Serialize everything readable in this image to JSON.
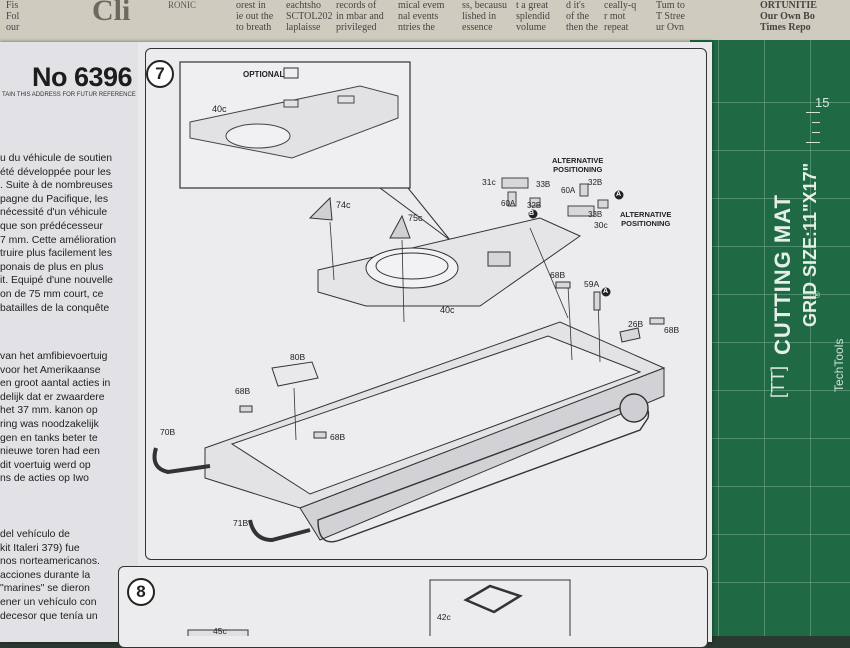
{
  "newspaper": {
    "columns": [
      "Fis\nFol\nour",
      "orest in\nie out the\nto breath",
      "eachtsho\nSCTOL202\nlaplaisse",
      "records of\nin mbar and\nprivileged",
      "mical evem\nnal events\nntries the",
      "ss, becausu\nlished in\nessence",
      "t a great\nsplendid\nvolume",
      "d it's\nof the\nthen the",
      "ceally-q\nr mot\nrepeat",
      "Tum to\nT Stree\nur Ovn",
      "ORTUNITIE\nOur Own Bo\nTimes Repo"
    ],
    "big_letters": "Cli",
    "brand_snippet": "RONIC"
  },
  "mat": {
    "number": "15",
    "brand": "CUTTING MAT",
    "grid_size": "GRID SIZE:11\"X17\"",
    "logo": "[TT]",
    "registered": "®",
    "company": "TechTools"
  },
  "sheet": {
    "doc_number": "No 6396",
    "doc_note": "TAIN THIS ADDRESS FOR FUTUR REFERENCE",
    "text_fr": "u du véhicule de soutien\nété développée pour les\n. Suite à de nombreuses\npagne du Pacifique, les\nnécessité d'un véhicule\nque son prédécesseur\n7 mm. Cette amélioration\ntruire plus facilement les\nponais de plus en plus\nit. Equipé d'une nouvelle\non de 75 mm court, ce\nbatailles de la conquête",
    "text_nl": "van het amfibievoertuig\nvoor het Amerikaanse\nen groot aantal acties in\ndelijk dat er zwaardere\nhet 37 mm. kanon op\nring was noodzakelijk\ngen en tanks beter te\nnieuwe toren had een\ndit voertuig werd op\nns de acties op Iwo",
    "text_es": "del vehículo de\nkit Italeri 379) fue\nnos norteamericanos.\nacciones durante la\n\"marines\" se dieron\nener un vehículo con\ndecesor que tenía un"
  },
  "step7": {
    "number": "7",
    "optional_label": "OPTIONAL",
    "alt_pos_1": "ALTERNATIVE\nPOSITIONING",
    "alt_pos_2": "ALTERNATIVE\nPOSITIONING",
    "parts": {
      "p40c_a": "40c",
      "p40c_b": "40c",
      "p74c": "74c",
      "p75c": "75c",
      "p31c": "31c",
      "p33b_a": "33B",
      "p60a_a": "60A",
      "p32b_a": "32B",
      "p60a_b": "60A",
      "p32b_b": "32B",
      "p33b_b": "33B",
      "p30c": "30c",
      "p68b_a": "68B",
      "p59a": "59A",
      "p26b": "26B",
      "p68b_b": "68B",
      "p80b": "80B",
      "p68b_c": "68B",
      "p68b_d": "68B",
      "p70b": "70B",
      "p71b": "71B",
      "refA": "A",
      "refB": "B"
    }
  },
  "step8": {
    "number": "8",
    "p45c": "45c",
    "p42c": "42c"
  }
}
